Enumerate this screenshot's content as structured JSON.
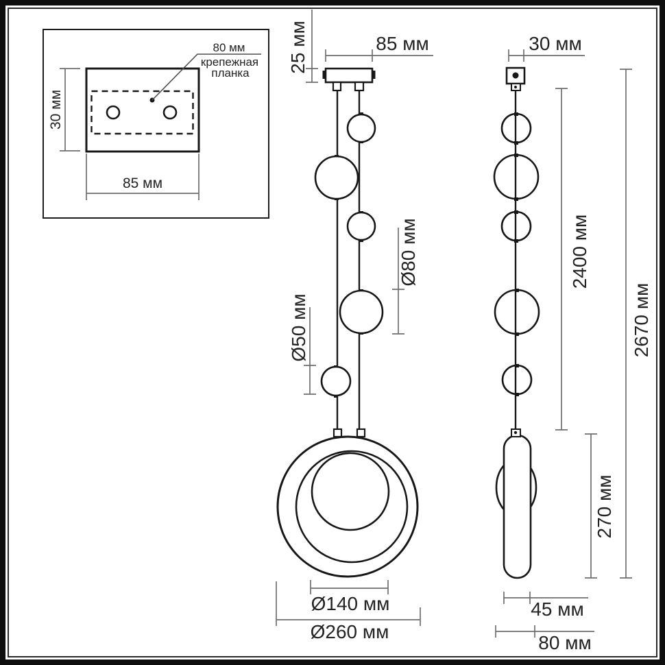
{
  "colors": {
    "background": "#ffffff",
    "drawing_line": "#171717",
    "dimension_line": "#6e6e6e",
    "text": "#232323",
    "frame": "#0e0e0e"
  },
  "inset": {
    "hole_spacing_label": "80 мм",
    "bracket_label_line1": "крепежная",
    "bracket_label_line2": "планка",
    "plate_height_label": "30 мм",
    "plate_width_label": "85 мм"
  },
  "front_view": {
    "canopy_height_label": "25 мм",
    "canopy_width_label": "85 мм",
    "large_sphere_label": "Ø80 мм",
    "small_sphere_label": "Ø50 мм",
    "inner_ball_diameter_label": "Ø140 мм",
    "ring_diameter_label": "Ø260 мм"
  },
  "side_view": {
    "canopy_width_label": "30 мм",
    "cable_length_label": "2400 мм",
    "total_height_label": "2670 мм",
    "ring_height_label": "270 мм",
    "ring_width_label": "45 мм",
    "ring_depth_label": "80 мм"
  }
}
